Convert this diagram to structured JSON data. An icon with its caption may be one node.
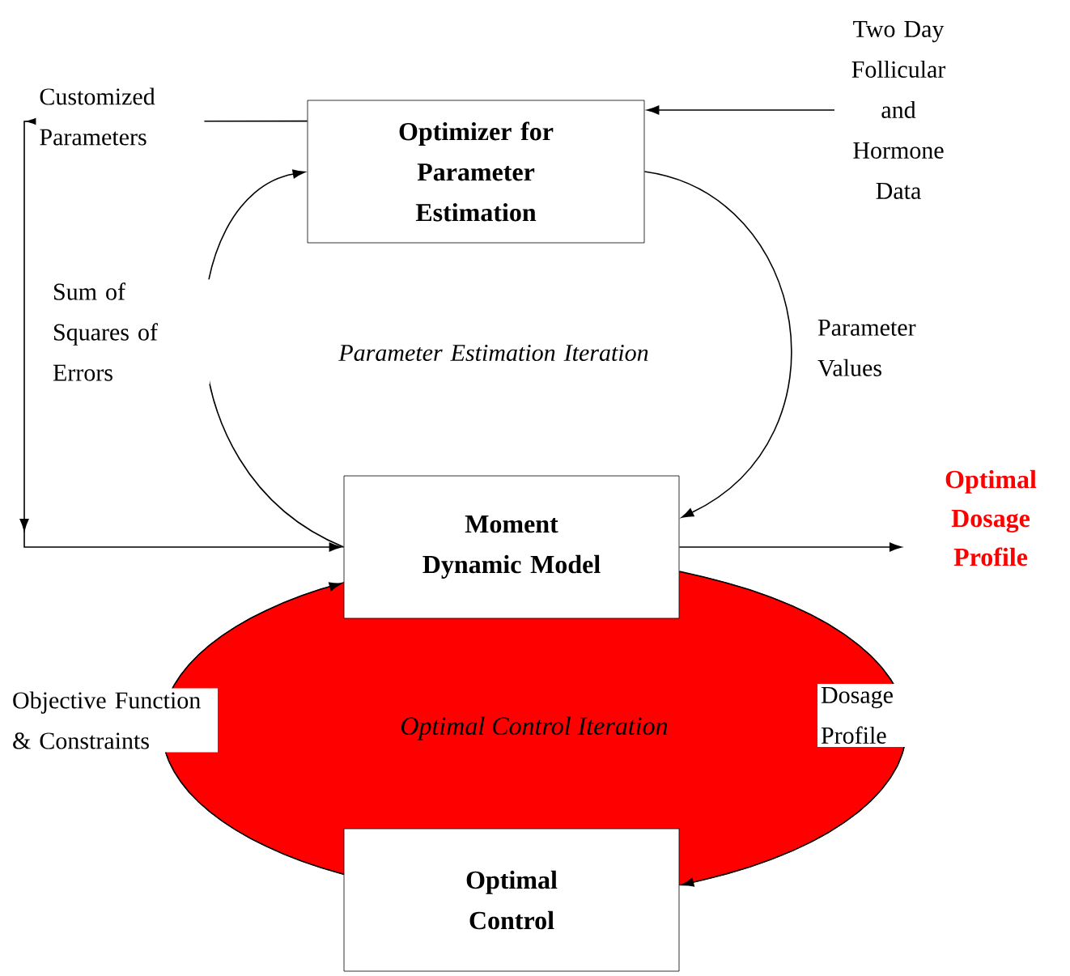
{
  "diagram": {
    "nodes": [
      {
        "text": [
          "Optimizer for Parameter Estimation"
        ]
      },
      {
        "text": [
          "Moment Dynamic Model"
        ]
      },
      {
        "text": [
          "Optimal Control"
        ]
      },
      {
        "text": [
          "Two Day Follicular and Hormone Data"
        ]
      },
      {
        "text": [
          "Optimal Dosage Profile"
        ]
      },
      {
        "text": [
          "Optimal Control Iteration"
        ]
      }
    ],
    "edges": [
      {
        "from": 3,
        "to": 0,
        "arrow": "to"
      },
      {
        "from": 0,
        "to": 1,
        "arrow": "to",
        "label": "Customized Parameters"
      },
      {
        "from": 1,
        "to": 0,
        "arrow": "to",
        "label": "Sum of Squares of Errors"
      },
      {
        "from": 0,
        "to": 1,
        "arrow": "to",
        "label": "Parameter Values"
      },
      {
        "from": 1,
        "to": 4,
        "arrow": "to"
      },
      {
        "from": 2,
        "to": 1,
        "arrow": "to",
        "label": "Objective Function & Constraints"
      },
      {
        "from": 1,
        "to": 2,
        "arrow": "to",
        "label": "Dosage Profile"
      }
    ],
    "labels": [
      "Parameter Estimation Iteration"
    ]
  }
}
